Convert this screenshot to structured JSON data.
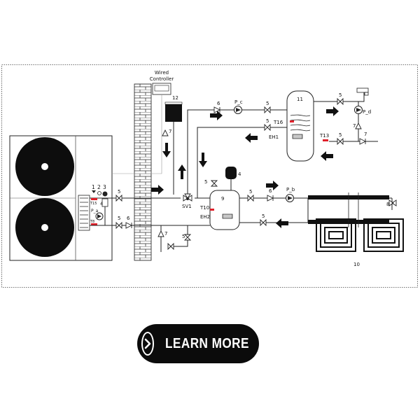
{
  "diagram": {
    "controller_title_line1": "Wired",
    "controller_title_line2": "Controller",
    "labels": {
      "n1": "1",
      "n2": "2",
      "n3": "3",
      "n4": "4",
      "n4b": "4",
      "n5_a": "5",
      "n5_b": "5",
      "n5_c": "5",
      "n5_d": "5",
      "n5_e": "5",
      "n5_f": "5",
      "n5_g": "5",
      "n5_h": "5",
      "n5_i": "5",
      "n5_j": "5",
      "n6_a": "6",
      "n6_b": "6",
      "n6_c": "6",
      "n7_a": "7",
      "n7_b": "7",
      "n7_c": "7",
      "n7_d": "7",
      "n8": "8",
      "n9": "9",
      "n10": "10",
      "n11": "11",
      "n12": "12",
      "sv1": "SV1",
      "eh1": "EH1",
      "eh2": "EH2",
      "t10": "T10",
      "t13": "T13",
      "t15": "T15",
      "t16": "T16",
      "t8": "T8",
      "p_a": "P_a",
      "p_b": "P_b",
      "p_c": "P_c",
      "p_d": "P_d"
    }
  },
  "cta": {
    "label": "LEARN MORE",
    "icon": "chevron-right-icon"
  },
  "colors": {
    "sensor": "#e0202a",
    "button_bg": "#0b0b0b",
    "button_text": "#ffffff"
  }
}
